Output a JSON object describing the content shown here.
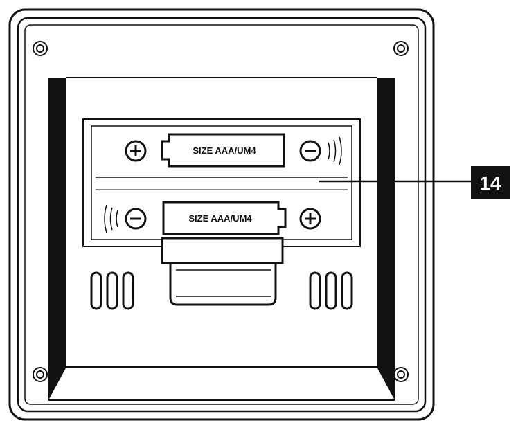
{
  "battery_compartment": {
    "batteries": [
      {
        "label": "SIZE AAA/UM4",
        "left_terminal": "+",
        "right_terminal": "−"
      },
      {
        "label": "SIZE AAA/UM4",
        "left_terminal": "−",
        "right_terminal": "+"
      }
    ]
  },
  "callout": {
    "number": "14"
  }
}
